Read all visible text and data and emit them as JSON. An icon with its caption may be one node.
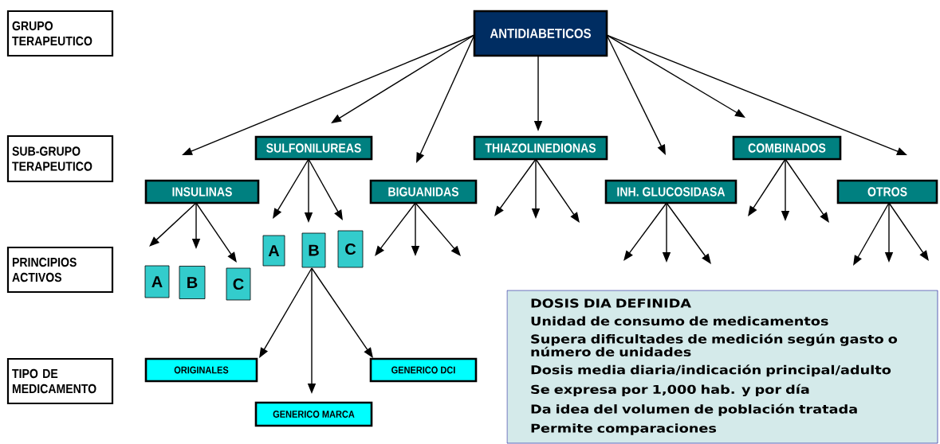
{
  "diagram": {
    "nodes": [
      {
        "text": [
          "GRUPO TERAPEUTICO"
        ]
      },
      {
        "text": [
          "SUB-GRUPO TERAPEUTICO"
        ]
      },
      {
        "text": [
          "PRINCIPIOS ACTIVOS"
        ]
      },
      {
        "text": [
          "TIPO DE MEDICAMENTO"
        ]
      },
      {
        "text": [
          "ANTIDIABETICOS"
        ]
      },
      {
        "text": [
          "SULFONILUREAS"
        ]
      },
      {
        "text": [
          "THIAZOLINEDIONAS"
        ]
      },
      {
        "text": [
          "COMBINADOS"
        ]
      },
      {
        "text": [
          "INSULINAS"
        ]
      },
      {
        "text": [
          "BIGUANIDAS"
        ]
      },
      {
        "text": [
          "INH. GLUCOSIDASA"
        ]
      },
      {
        "text": [
          "OTROS"
        ]
      },
      {
        "text": [
          "A"
        ]
      },
      {
        "text": [
          "B"
        ]
      },
      {
        "text": [
          "C"
        ]
      },
      {
        "text": [
          "A"
        ]
      },
      {
        "text": [
          "B"
        ]
      },
      {
        "text": [
          "C"
        ]
      },
      {
        "text": [
          "ORIGINALES"
        ]
      },
      {
        "text": [
          "GENERICO MARCA"
        ]
      },
      {
        "text": [
          "GENERICO DCI"
        ]
      },
      {
        "text": [
          "DOSIS DIA DEFINIDA",
          "Unidad de consumo de medicamentos",
          "Supera dificultades de medición según gasto o número de unidades",
          "Dosis media diaria/indicación principal/adulto",
          "Se expresa por 1,000 hab. y por día",
          "Da idea del volumen de población tratada",
          "Permite comparaciones"
        ]
      }
    ],
    "edges": [
      {
        "from": 4,
        "to": 8,
        "arrow": "to"
      },
      {
        "from": 4,
        "to": 5,
        "arrow": "to"
      },
      {
        "from": 4,
        "to": 9,
        "arrow": "to"
      },
      {
        "from": 4,
        "to": 6,
        "arrow": "to"
      },
      {
        "from": 4,
        "to": 10,
        "arrow": "to"
      },
      {
        "from": 4,
        "to": 7,
        "arrow": "to"
      },
      {
        "from": 4,
        "to": 11,
        "arrow": "to"
      },
      {
        "from": 8,
        "to": 12,
        "arrow": "to"
      },
      {
        "from": 8,
        "to": 13,
        "arrow": "to"
      },
      {
        "from": 8,
        "to": 14,
        "arrow": "to"
      },
      {
        "from": 5,
        "to": 15,
        "arrow": "to"
      },
      {
        "from": 5,
        "to": 16,
        "arrow": "to"
      },
      {
        "from": 5,
        "to": 17,
        "arrow": "to"
      },
      {
        "from": 9,
        "to": null,
        "arrow": "to"
      },
      {
        "from": 9,
        "to": null,
        "arrow": "to"
      },
      {
        "from": 9,
        "to": null,
        "arrow": "to"
      },
      {
        "from": 6,
        "to": null,
        "arrow": "to"
      },
      {
        "from": 6,
        "to": null,
        "arrow": "to"
      },
      {
        "from": 6,
        "to": null,
        "arrow": "to"
      },
      {
        "from": 10,
        "to": null,
        "arrow": "to"
      },
      {
        "from": 10,
        "to": null,
        "arrow": "to"
      },
      {
        "from": 10,
        "to": null,
        "arrow": "to"
      },
      {
        "from": 7,
        "to": null,
        "arrow": "to"
      },
      {
        "from": 7,
        "to": null,
        "arrow": "to"
      },
      {
        "from": 7,
        "to": null,
        "arrow": "to"
      },
      {
        "from": 11,
        "to": null,
        "arrow": "to"
      },
      {
        "from": 11,
        "to": null,
        "arrow": "to"
      },
      {
        "from": 11,
        "to": null,
        "arrow": "to"
      },
      {
        "from": 16,
        "to": 18,
        "arrow": "to"
      },
      {
        "from": 16,
        "to": 19,
        "arrow": "to"
      },
      {
        "from": 16,
        "to": 20,
        "arrow": "to"
      }
    ]
  }
}
